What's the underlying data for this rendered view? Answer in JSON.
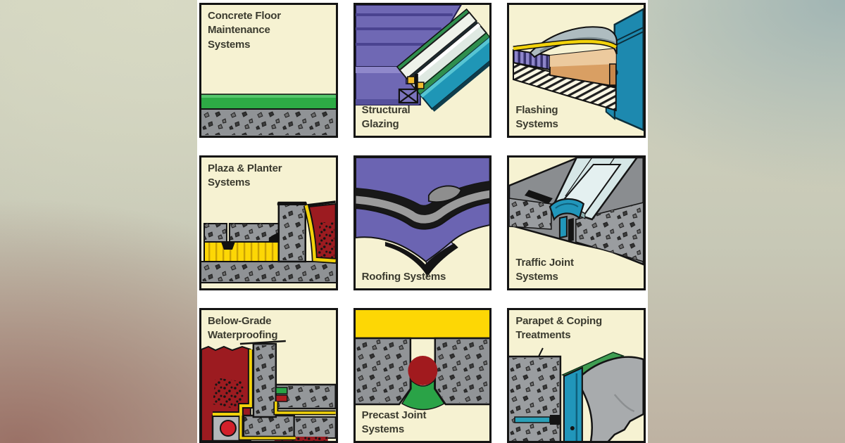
{
  "collage": {
    "description_panels": [
      {
        "id": "concrete-floor",
        "label": "Concrete Floor\nMaintenance\nSystems",
        "label_position": "top-left"
      },
      {
        "id": "structural-glazing",
        "label": "Structural\nGlazing",
        "label_position": "bottom-left"
      },
      {
        "id": "flashing",
        "label": "Flashing\nSystems",
        "label_position": "bottom-left"
      },
      {
        "id": "plaza-planter",
        "label": "Plaza & Planter\nSystems",
        "label_position": "top-left"
      },
      {
        "id": "roofing",
        "label": "Roofing Systems",
        "label_position": "bottom-left"
      },
      {
        "id": "traffic-joint",
        "label": "Traffic Joint\nSystems",
        "label_position": "bottom-left"
      },
      {
        "id": "below-grade",
        "label": "Below-Grade\nWaterproofing",
        "label_position": "top-left"
      },
      {
        "id": "precast-joint",
        "label": "Precast Joint\nSystems",
        "label_position": "bottom-left"
      },
      {
        "id": "parapet-coping",
        "label": "Parapet & Coping\nTreatments",
        "label_position": "top-left"
      }
    ],
    "palette": {
      "panel_cream": "#f6f2d2",
      "panel_border": "#141414",
      "gap_white": "#ffffff",
      "label_text": "#3b3b2f",
      "green_stripe": "#2dab45",
      "concrete_gray": "#909396",
      "purple": "#6f68b4",
      "light_purple": "#b3ace0",
      "teal": "#1f96b6",
      "wall_blue": "#1d89af",
      "membrane_yellow": "#f2d20a",
      "bright_yellow": "#fdd705",
      "soil_dark_red": "#9c1b20",
      "drain_red": "#d2202a",
      "sealant_green": "#2aa347",
      "tan": "#d99f63",
      "deck_light_blue": "#d6e7e7",
      "flashing_gray": "#aebcc0"
    }
  }
}
